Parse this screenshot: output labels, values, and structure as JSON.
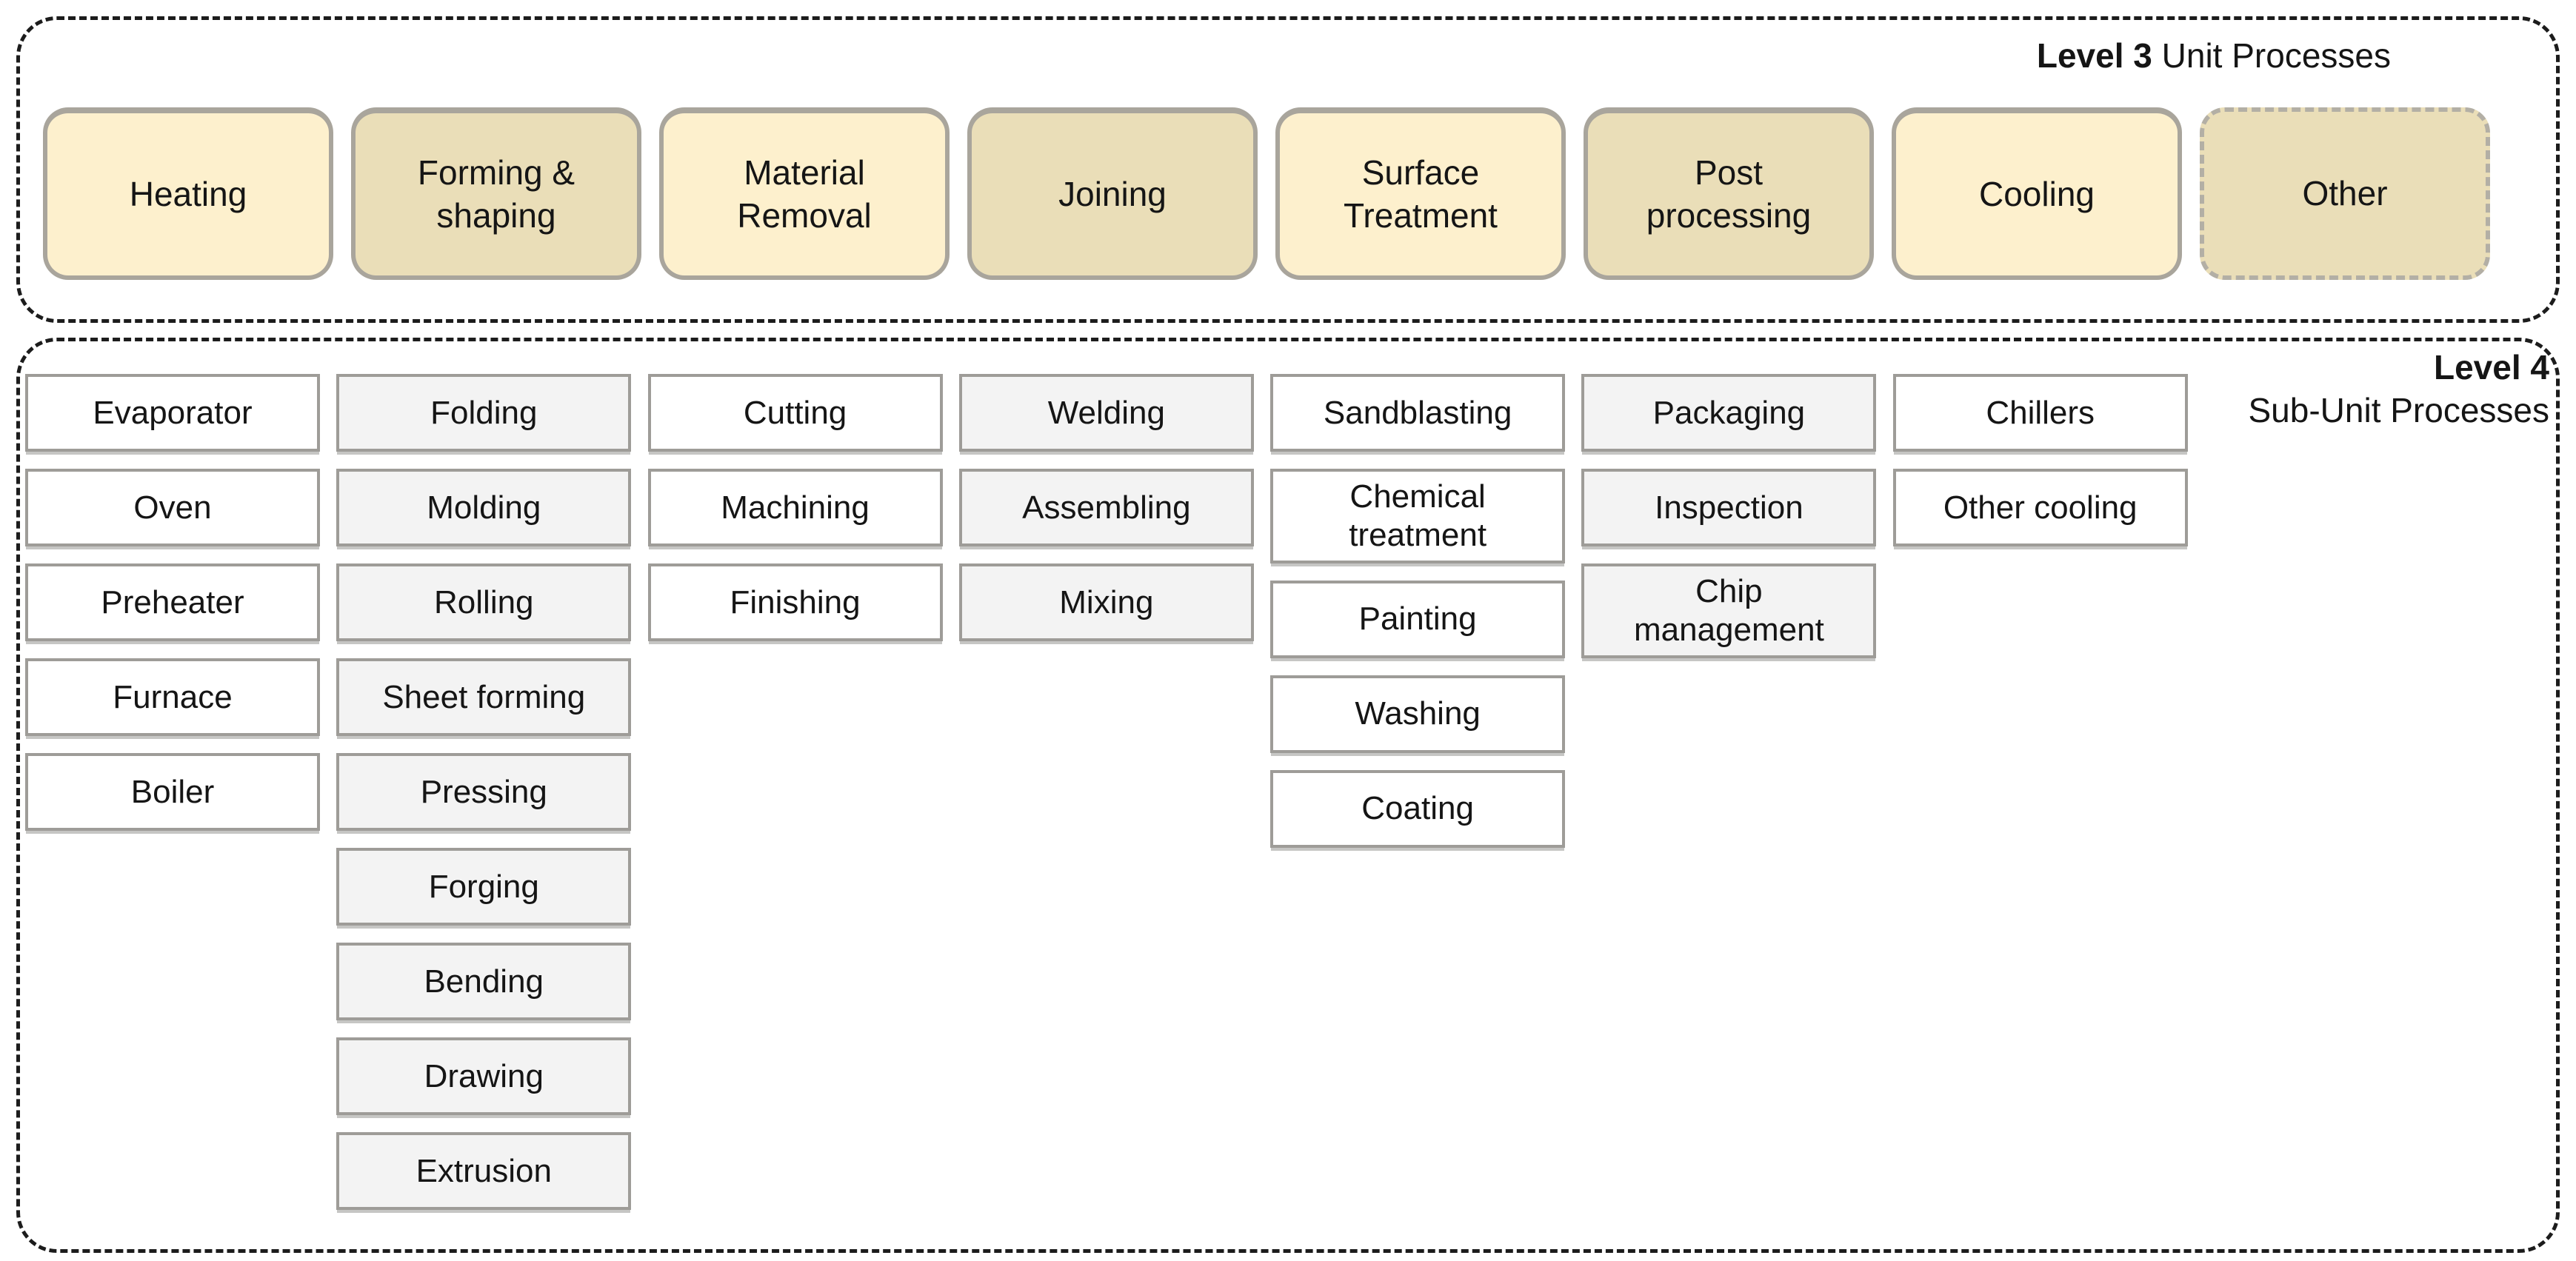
{
  "level3": {
    "label_bold": "Level 3",
    "label_rest": " Unit Processes",
    "colors": {
      "light": "#fdf0cd",
      "dark": "#eadeb8",
      "border": "#a9a59c",
      "dashed_border": "#b3afa5"
    },
    "boxes": [
      {
        "id": "heating",
        "label": "Heating",
        "variant": "light",
        "dashed": false
      },
      {
        "id": "forming-shaping",
        "label": "Forming &\nshaping",
        "variant": "dark",
        "dashed": false
      },
      {
        "id": "material-removal",
        "label": "Material\nRemoval",
        "variant": "light",
        "dashed": false
      },
      {
        "id": "joining",
        "label": "Joining",
        "variant": "dark",
        "dashed": false
      },
      {
        "id": "surface-treatment",
        "label": "Surface\nTreatment",
        "variant": "light",
        "dashed": false
      },
      {
        "id": "post-processing",
        "label": "Post\nprocessing",
        "variant": "dark",
        "dashed": false
      },
      {
        "id": "cooling",
        "label": "Cooling",
        "variant": "light",
        "dashed": false
      },
      {
        "id": "other",
        "label": "Other",
        "variant": "dark",
        "dashed": true
      }
    ]
  },
  "level4": {
    "label_bold": "Level 4",
    "label_rest": "Sub-Unit Processes",
    "colors": {
      "white": "#ffffff",
      "gray": "#f3f3f3",
      "border": "#9e9c98"
    },
    "columns": [
      {
        "id": "heating",
        "fill": "white",
        "items": [
          "Evaporator",
          "Oven",
          "Preheater",
          "Furnace",
          "Boiler"
        ]
      },
      {
        "id": "forming-shaping",
        "fill": "gray",
        "items": [
          "Folding",
          "Molding",
          "Rolling",
          "Sheet forming",
          "Pressing",
          "Forging",
          "Bending",
          "Drawing",
          "Extrusion"
        ]
      },
      {
        "id": "material-removal",
        "fill": "white",
        "items": [
          "Cutting",
          "Machining",
          "Finishing"
        ]
      },
      {
        "id": "joining",
        "fill": "gray",
        "items": [
          "Welding",
          "Assembling",
          "Mixing"
        ]
      },
      {
        "id": "surface-treatment",
        "fill": "white",
        "items": [
          "Sandblasting",
          "Chemical\ntreatment",
          "Painting",
          "Washing",
          "Coating"
        ]
      },
      {
        "id": "post-processing",
        "fill": "gray",
        "items": [
          "Packaging",
          "Inspection",
          "Chip\nmanagement"
        ]
      },
      {
        "id": "cooling",
        "fill": "white",
        "items": [
          "Chillers",
          "Other cooling"
        ]
      },
      {
        "id": "other",
        "fill": "white",
        "items": []
      }
    ]
  }
}
